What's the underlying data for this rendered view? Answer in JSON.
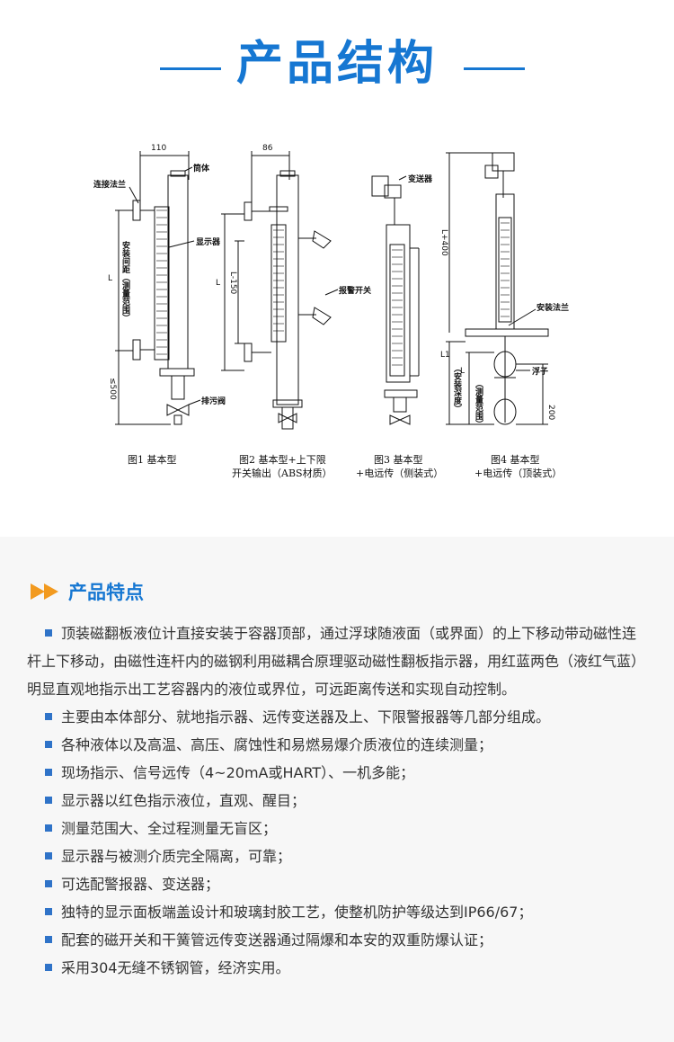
{
  "header": {
    "title": "产品结构"
  },
  "figure": {
    "labels": {
      "connect_flange": "连接法兰",
      "cylinder": "筒体",
      "display": "显示器",
      "drain_valve": "排污阀",
      "install_span": "安装间距（测量范围）",
      "alarm_switch": "报警开关",
      "transmitter": "变送器",
      "install_flange": "安装法兰",
      "float": "浮子",
      "install_depth": "（安装深度）",
      "measure_range": "（测量范围）"
    },
    "dims": {
      "w110": "110",
      "w86": "86",
      "L1": "L",
      "L2": "L",
      "L150": "L-150",
      "le500": "≤500",
      "L400": "L+400",
      "L_1": "L1",
      "L3": "L",
      "d200": "200"
    },
    "captions": {
      "fig1": "图1  基本型",
      "fig2_l1": "图2  基本型+上下限",
      "fig2_l2": "开关输出（ABS材质）",
      "fig3_l1": "图3  基本型",
      "fig3_l2": "+电远传（侧装式）",
      "fig4_l1": "图4  基本型",
      "fig4_l2": "+电远传（顶装式）"
    }
  },
  "features": {
    "title": "产品特点",
    "items": [
      "顶装磁翻板液位计直接安装于容器顶部，通过浮球随液面（或界面）的上下移动带动磁性连杆上下移动，由磁性连杆内的磁钢利用磁耦合原理驱动磁性翻板指示器，用红蓝两色（液红气蓝）明显直观地指示出工艺容器内的液位或界位，可远距离传送和实现自动控制。",
      "主要由本体部分、就地指示器、远传变送器及上、下限警报器等几部分组成。",
      "各种液体以及高温、高压、腐蚀性和易燃易爆介质液位的连续测量；",
      "现场指示、信号远传（4~20mA或HART）、一机多能；",
      "显示器以红色指示液位，直观、醒目；",
      "测量范围大、全过程测量无盲区；",
      "显示器与被测介质完全隔离，可靠；",
      "可选配警报器、变送器；",
      "独特的显示面板端盖设计和玻璃封胶工艺，使整机防护等级达到IP66/67；",
      "配套的磁开关和干簧管远传变送器通过隔爆和本安的双重防爆认证；",
      "采用304无缝不锈钢管，经济实用。"
    ]
  },
  "colors": {
    "accent": "#1677d2",
    "arrow": "#f29a1f",
    "bullet": "#2f73c8"
  }
}
